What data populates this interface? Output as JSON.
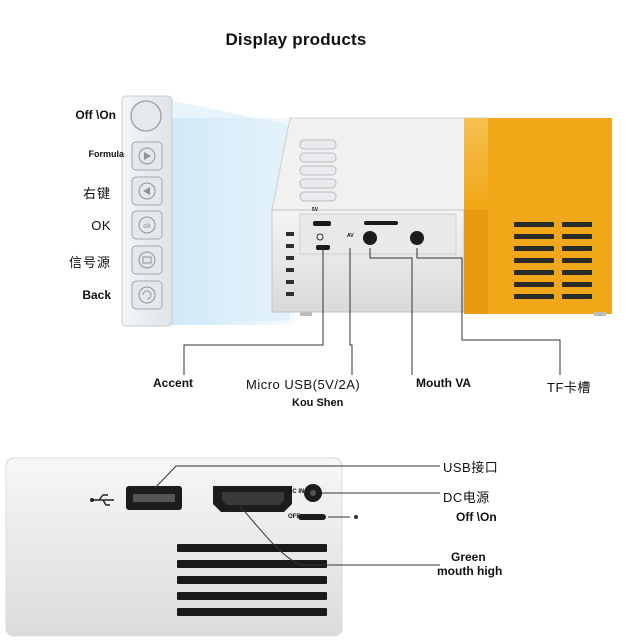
{
  "header": {
    "title": "Display products"
  },
  "button_panel": {
    "labels": [
      "Off \\On",
      "Formula",
      "右键",
      "OK",
      "信号源",
      "Back"
    ]
  },
  "top_callouts": {
    "accent": "Accent",
    "micro_usb": "Micro USB(5V/2A)",
    "kou_shen": "Kou Shen",
    "mouth_va": "Mouth VA",
    "tf_slot": "TF卡槽"
  },
  "bottom_callouts": {
    "usb_port": "USB接口",
    "dc_power": "DC电源",
    "off_on": "Off \\On",
    "green_mouth": "Green",
    "green_mouth_2": "mouth high"
  },
  "device_markings": {
    "dc_in": "DC IN",
    "off": "OFF",
    "av": "AV",
    "five_v": "5V"
  },
  "colors": {
    "body_white": "#ececec",
    "body_yellow": "#f2aa1c",
    "button_face": "#e9ecef",
    "light_beam": "#cfe8f8",
    "line": "#333333"
  }
}
